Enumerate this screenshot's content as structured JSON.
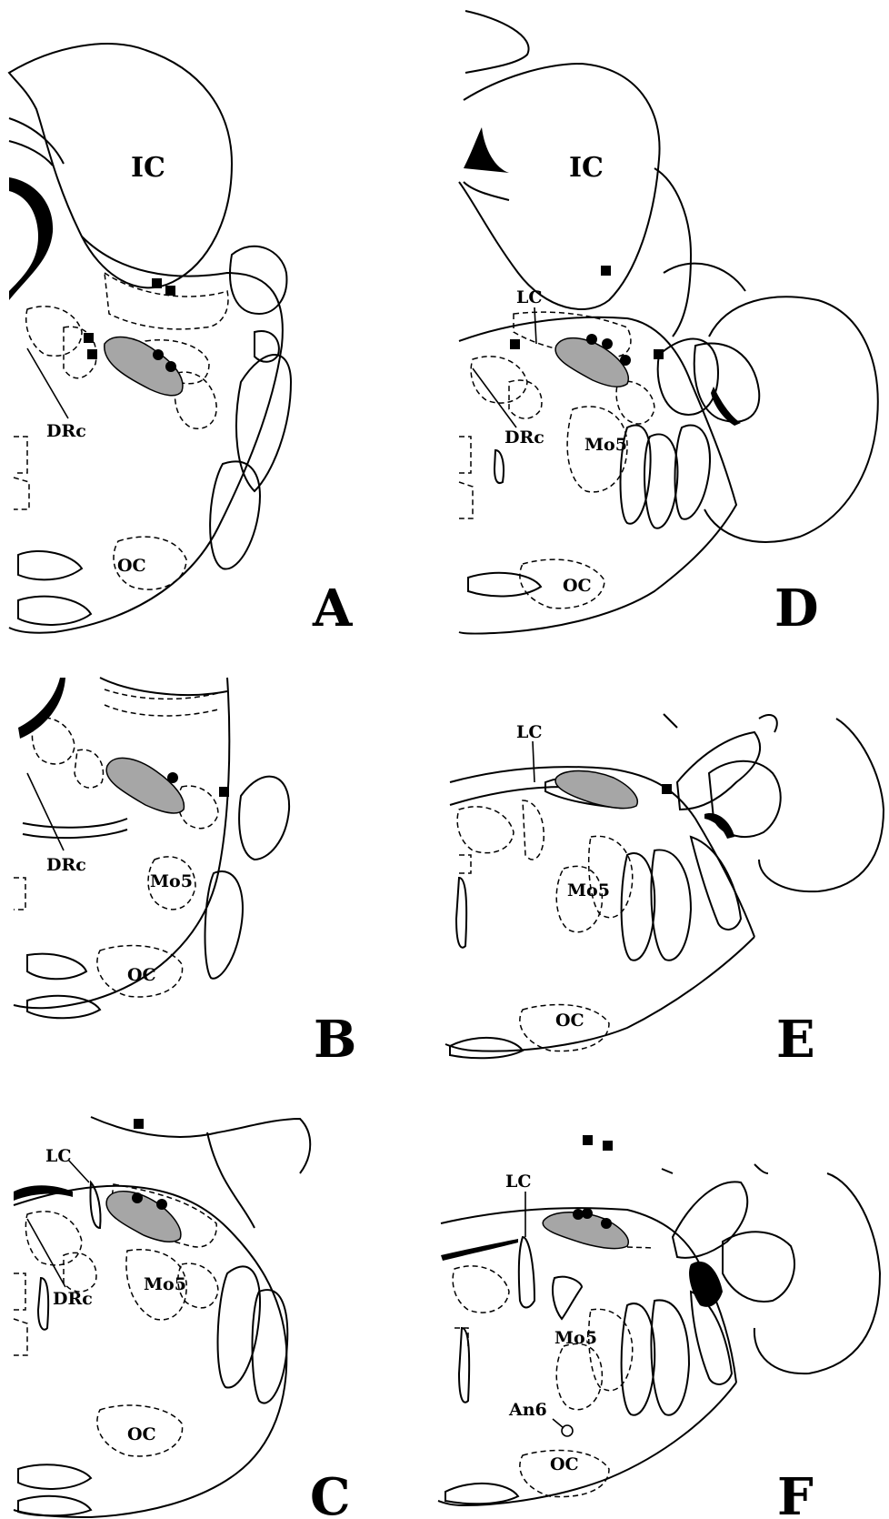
{
  "panels": {
    "A": {
      "letter": "A",
      "ic": "IC",
      "drc": "DRc",
      "oc": "OC"
    },
    "B": {
      "letter": "B",
      "drc": "DRc",
      "mo5": "Mo5",
      "oc": "OC"
    },
    "C": {
      "letter": "C",
      "lc": "LC",
      "drc": "DRc",
      "mo5": "Mo5",
      "oc": "OC"
    },
    "D": {
      "letter": "D",
      "ic": "IC",
      "lc": "LC",
      "drc": "DRc",
      "mo5": "Mo5",
      "oc": "OC"
    },
    "E": {
      "letter": "E",
      "lc": "LC",
      "mo5": "Mo5",
      "oc": "OC"
    },
    "F": {
      "letter": "F",
      "lc": "LC",
      "mo5": "Mo5",
      "an6": "An6",
      "oc": "OC"
    }
  },
  "colors": {
    "outline": "#000000",
    "nucleus_fill": "#a6a6a6",
    "background": "#ffffff"
  },
  "marker_shapes": {
    "circle": "filled-circle",
    "square": "filled-square"
  }
}
